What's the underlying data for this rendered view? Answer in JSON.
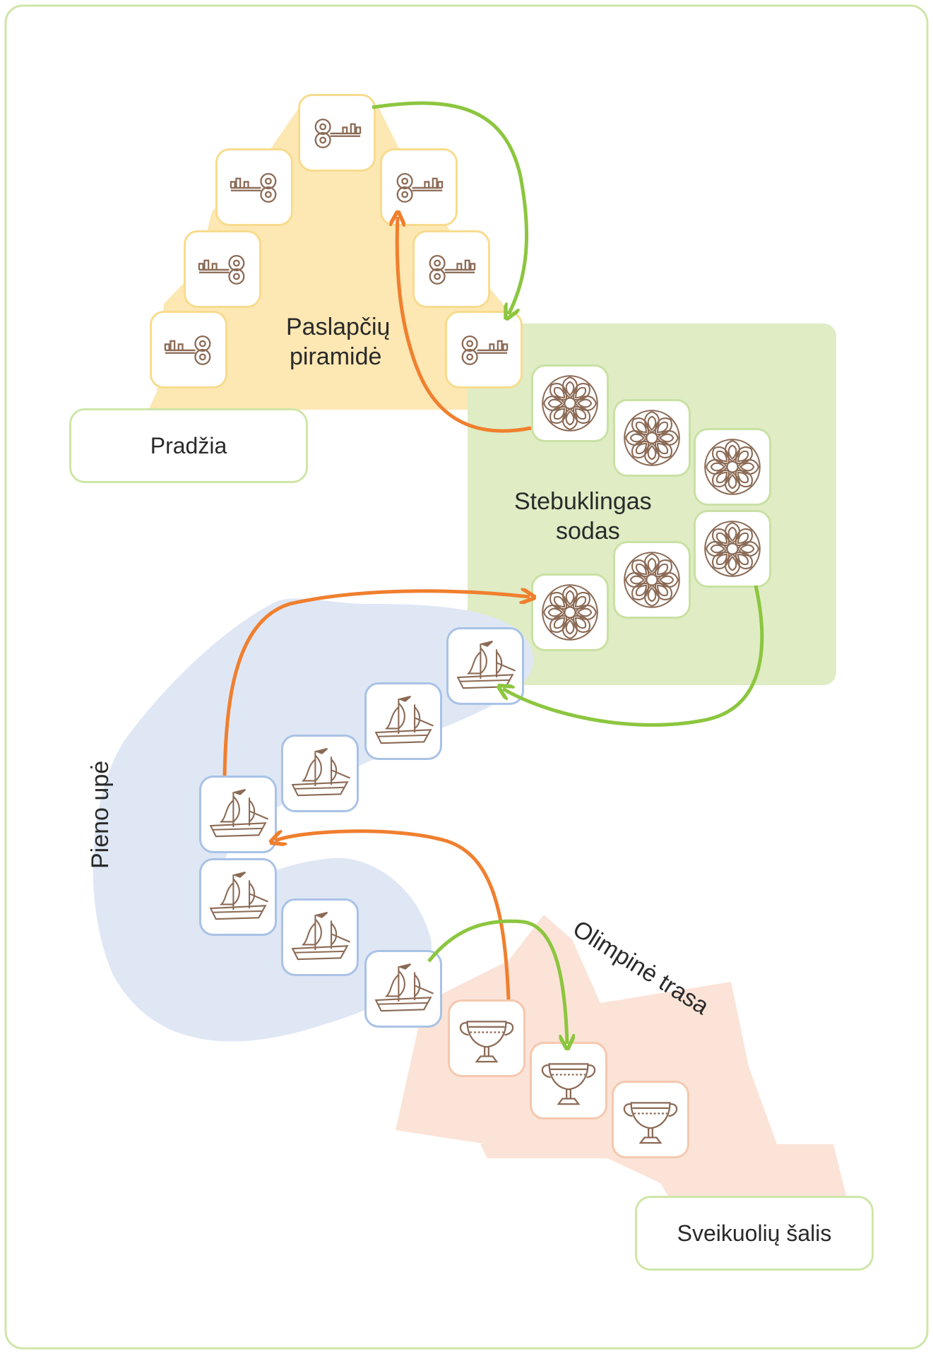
{
  "zones": {
    "start": "Pradžia",
    "pyramid": [
      "Paslapčių",
      "piramidė"
    ],
    "garden": [
      "Stebuklingas",
      "sodas"
    ],
    "river": "Pieno upė",
    "track": "Olimpinė trasa",
    "end": "Sveikuolių šalis"
  },
  "colors": {
    "frame": "#cfe6a8",
    "pyramid_fill": "#fde7b3",
    "pyramid_tile": "#f7dc8e",
    "garden_fill": "#dfecc4",
    "garden_tile": "#c9e1a4",
    "river_fill": "#dfe7f5",
    "river_tile": "#a9c2e6",
    "track_fill": "#fbe3d7",
    "track_tile": "#f5c8ae",
    "ladder_arrow": "#8cc63f",
    "snake_arrow": "#f07f2e",
    "icon_ink": "#8b6a55"
  },
  "tiles": {
    "pyramid_icon": "key-icon",
    "garden_icon": "rosette-icon",
    "river_icon": "ship-icon",
    "track_icon": "trophy-cup-icon"
  }
}
